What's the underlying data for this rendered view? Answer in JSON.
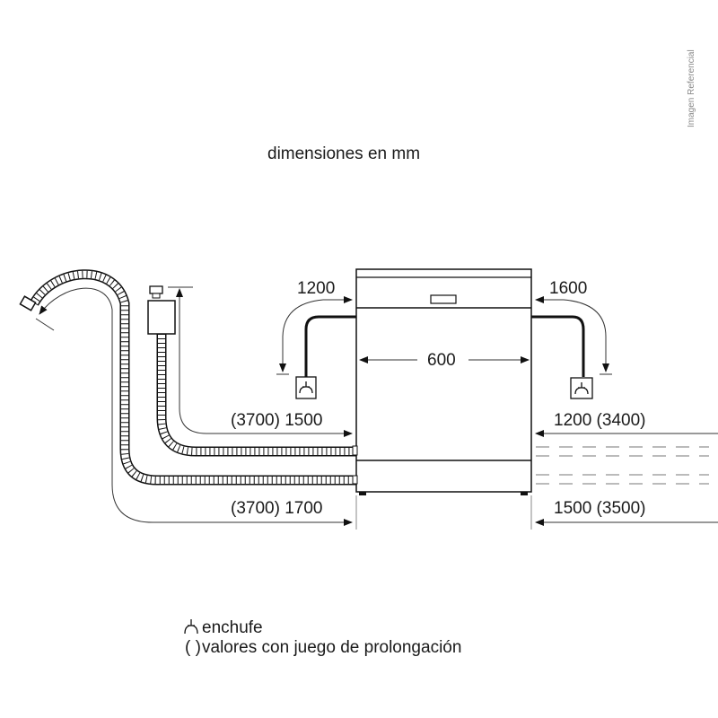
{
  "watermark": "Imagen Referencial",
  "title": "dimensiones en mm",
  "dimensions": {
    "width": "600",
    "power_cable_left": "1200",
    "power_cable_right": "1600",
    "inlet_left": "(3700) 1500",
    "inlet_right": "1200 (3400)",
    "drain_left": "(3700) 1700",
    "drain_right": "1500 (3500)"
  },
  "legend": {
    "plug_label": "enchufe",
    "paren_symbol": "( )",
    "paren_label": "valores con juego de prolongación"
  }
}
